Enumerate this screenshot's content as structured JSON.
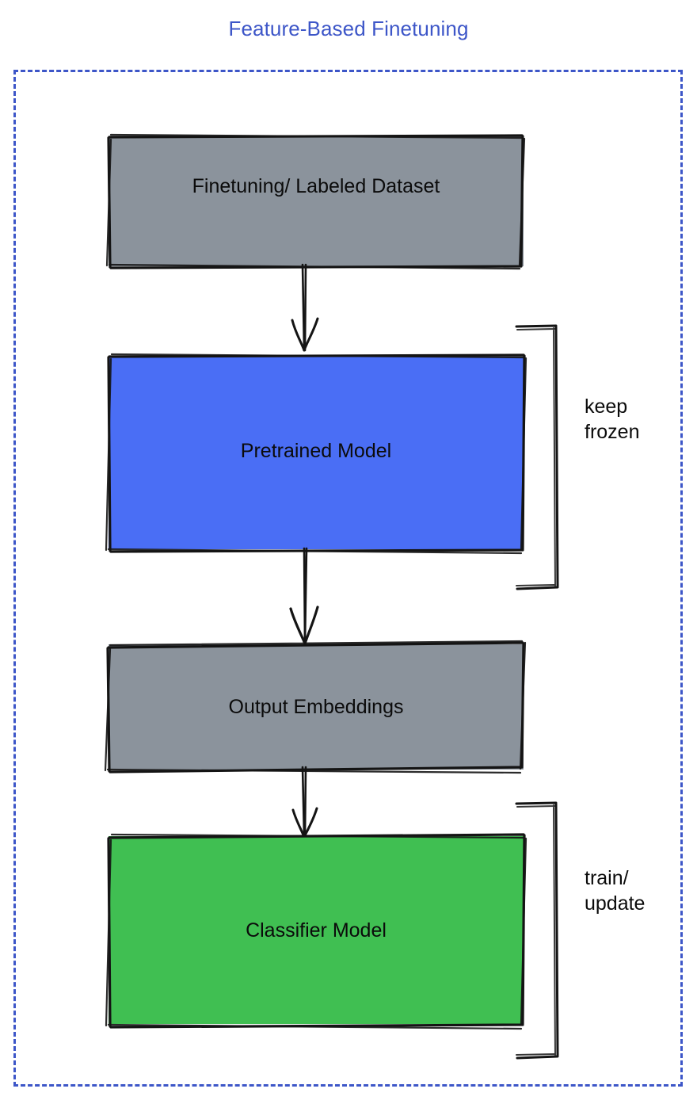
{
  "title": "Feature-Based Finetuning",
  "accent_color": "#3d56c8",
  "container": {
    "border_style": "dashed",
    "border_color": "#3d56c8"
  },
  "nodes": [
    {
      "id": "dataset",
      "label": "Finetuning/ Labeled Dataset",
      "fill": "#8b939c",
      "stroke": "#141414"
    },
    {
      "id": "pretrained",
      "label": "Pretrained Model",
      "fill": "#4a6ef5",
      "stroke": "#141414"
    },
    {
      "id": "embeddings",
      "label": "Output Embeddings",
      "fill": "#8b939c",
      "stroke": "#141414"
    },
    {
      "id": "classifier",
      "label": "Classifier Model",
      "fill": "#40bf52",
      "stroke": "#141414"
    }
  ],
  "edges": [
    {
      "id": "edge-1",
      "from": "dataset",
      "to": "pretrained",
      "style": "arrow-down"
    },
    {
      "id": "edge-2",
      "from": "pretrained",
      "to": "embeddings",
      "style": "arrow-down"
    },
    {
      "id": "edge-3",
      "from": "embeddings",
      "to": "classifier",
      "style": "arrow-down"
    }
  ],
  "annotations": [
    {
      "id": "keep-frozen",
      "label": "keep\nfrozen",
      "targets": [
        "pretrained"
      ]
    },
    {
      "id": "train-update",
      "label": "train/\nupdate",
      "targets": [
        "classifier"
      ]
    }
  ]
}
